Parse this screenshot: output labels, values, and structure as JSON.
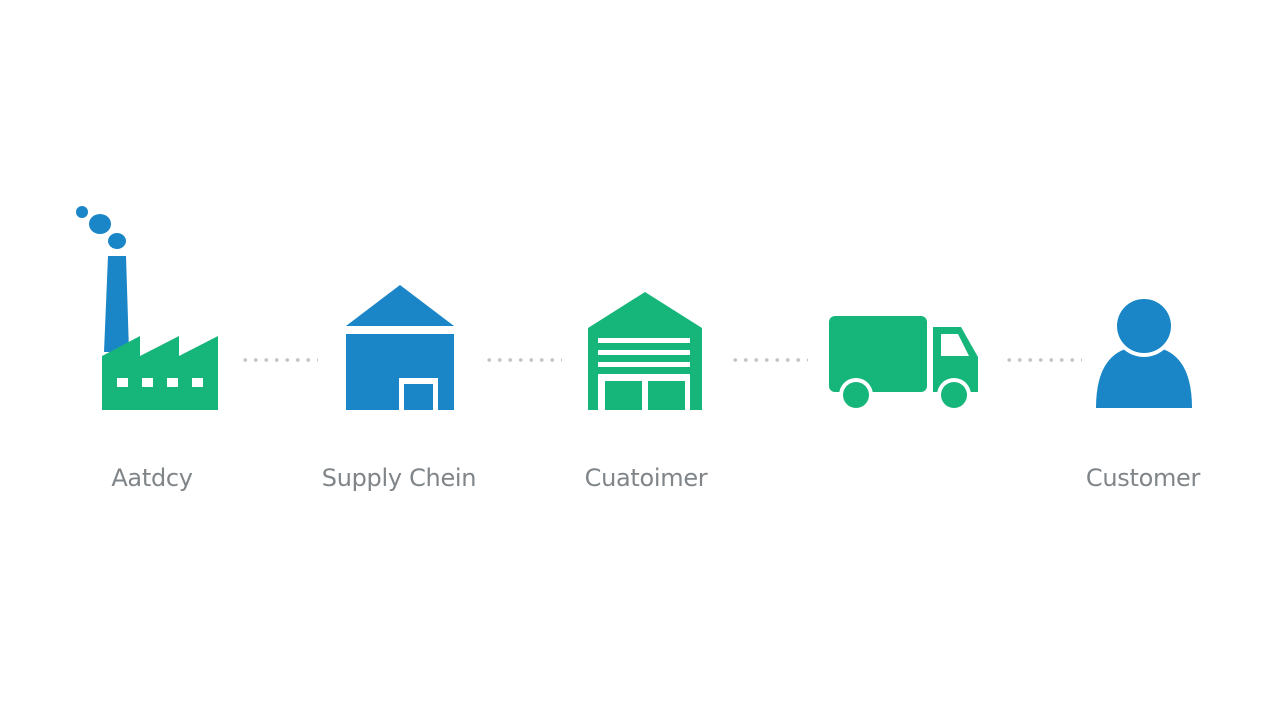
{
  "colors": {
    "blue": "#1a86c7",
    "green": "#16b57a",
    "label_gray": "#7f8589",
    "connector_gray": "#c3c7ca"
  },
  "stages": [
    {
      "icon": "factory-icon",
      "label": "Aatdcy"
    },
    {
      "icon": "house-icon",
      "label": "Supply Chein"
    },
    {
      "icon": "warehouse-icon",
      "label": "Cuatoimer"
    },
    {
      "icon": "truck-icon",
      "label": ""
    },
    {
      "icon": "person-icon",
      "label": "Customer"
    }
  ]
}
